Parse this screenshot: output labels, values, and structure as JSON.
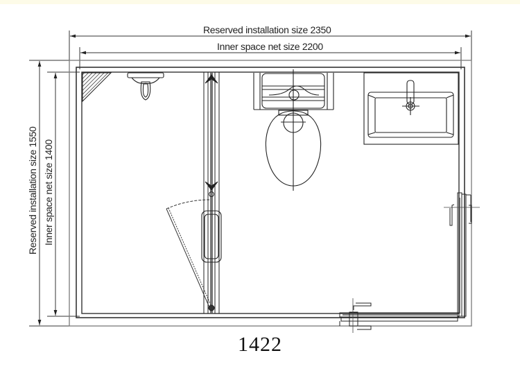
{
  "diagram": {
    "type": "bathroom floor plan",
    "dimensions": {
      "top_outer": {
        "label": "Reserved installation size 2350"
      },
      "top_inner": {
        "label": "Inner space net size 2200"
      },
      "left_outer": {
        "label": "Reserved installation size 1550"
      },
      "left_inner": {
        "label": "Inner space net size 1400"
      }
    },
    "model_number": "1422",
    "fixtures": [
      {
        "name": "corner shelf"
      },
      {
        "name": "shower faucet"
      },
      {
        "name": "shower partition with hinged door"
      },
      {
        "name": "toilet"
      },
      {
        "name": "washbasin"
      },
      {
        "name": "corner entry sliding door"
      }
    ],
    "colors": {
      "line": "#222222",
      "frame": "#6a6a6a",
      "background": "#ffffff",
      "top_band": "#fdfbe8"
    }
  }
}
